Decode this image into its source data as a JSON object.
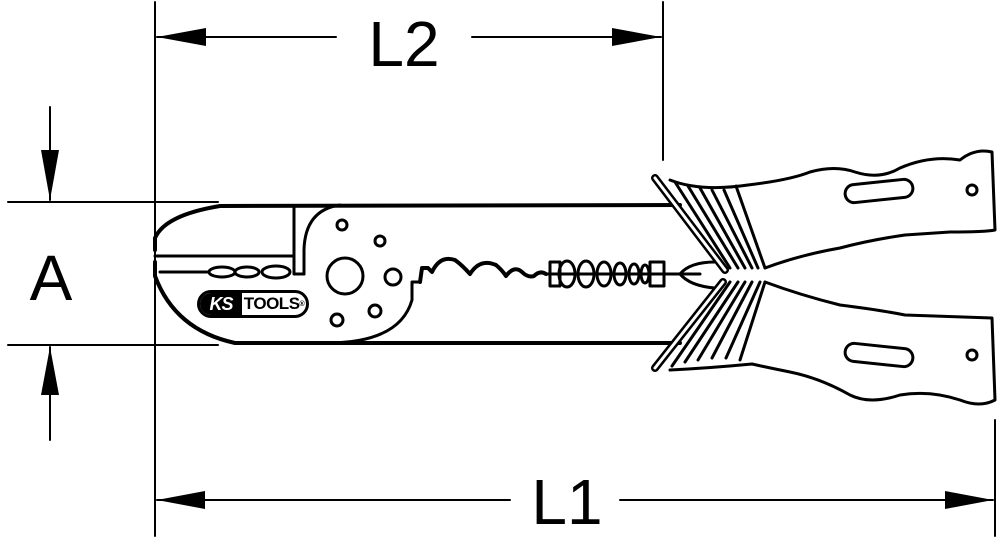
{
  "drawing": {
    "subject": "crimping pliers technical outline",
    "colors": {
      "line": "#000000",
      "background": "#ffffff"
    }
  },
  "dimensions": {
    "l2": {
      "label": "L2"
    },
    "l1": {
      "label": "L1"
    },
    "a": {
      "label": "A"
    }
  },
  "logo": {
    "ks": "KS",
    "tools": "TOOLS",
    "registered": "®"
  }
}
